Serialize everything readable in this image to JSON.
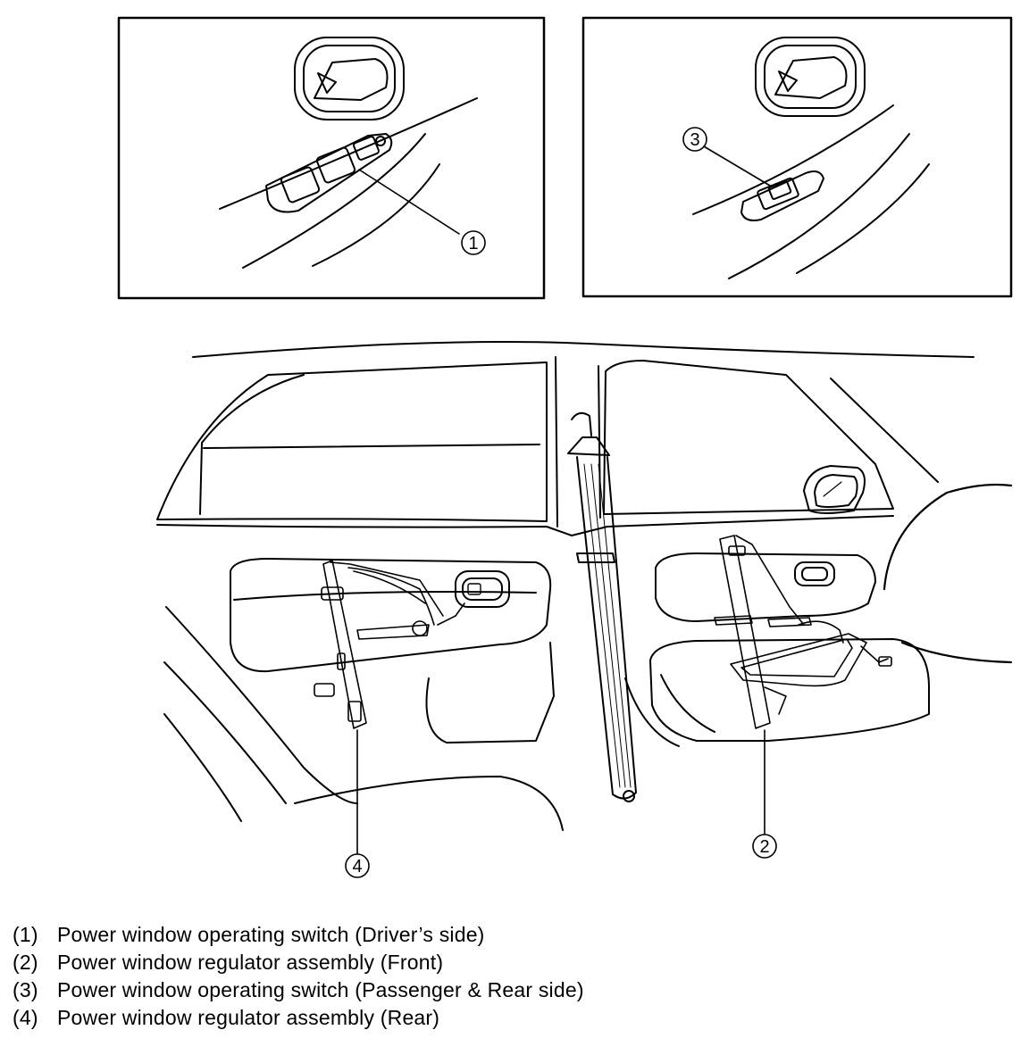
{
  "callouts": {
    "c1": "1",
    "c2": "2",
    "c3": "3",
    "c4": "4"
  },
  "legend": [
    {
      "num": "(1)",
      "text": "Power window operating switch (Driver’s side)"
    },
    {
      "num": "(2)",
      "text": "Power window regulator assembly (Front)"
    },
    {
      "num": "(3)",
      "text": "Power window operating switch (Passenger & Rear side)"
    },
    {
      "num": "(4)",
      "text": "Power window regulator assembly (Rear)"
    }
  ]
}
